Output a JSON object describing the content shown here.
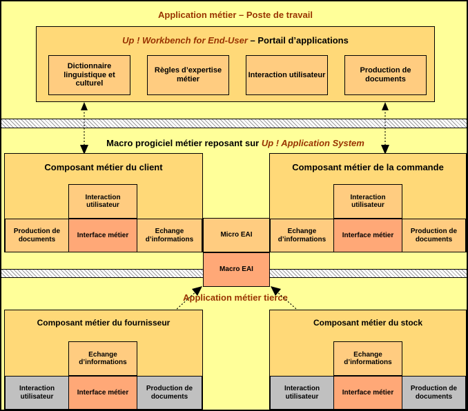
{
  "diagram": {
    "title": "Application métier – Poste de travail",
    "colors": {
      "pale_yellow": "#ffff99",
      "gold": "#ffd978",
      "orange": "#ffcc80",
      "salmon": "#ffa877",
      "grey": "#c0c0c0",
      "title_brown": "#993300",
      "outline": "#000000"
    }
  },
  "workstation": {
    "band_title": "Application métier – Poste de travail",
    "portal": {
      "title_emph": "Up ! Workbench for End-User",
      "title_plain": " – Portail d’applications",
      "modules": [
        {
          "label": "Dictionnaire linguistique et culturel"
        },
        {
          "label": "Règles d’expertise métier"
        },
        {
          "label": "Interaction utilisateur"
        },
        {
          "label": "Production de documents"
        }
      ]
    }
  },
  "macro_band": {
    "title_plain": "Macro progiciel métier reposant sur ",
    "title_emph": "Up ! Application System"
  },
  "middle": {
    "components": [
      {
        "name": "client",
        "header": "Composant métier du client",
        "raised": {
          "label": "Interaction utilisateur"
        },
        "cells": [
          {
            "label": "Production de documents",
            "fill": "orange"
          },
          {
            "label": "Interface métier",
            "fill": "salmon"
          },
          {
            "label": "Echange d’informations",
            "fill": "orange"
          }
        ]
      },
      {
        "name": "commande",
        "header": "Composant métier de la commande",
        "raised": {
          "label": "Interaction utilisateur"
        },
        "cells": [
          {
            "label": "Echange d’informations",
            "fill": "orange"
          },
          {
            "label": "Interface métier",
            "fill": "salmon"
          },
          {
            "label": "Production de documents",
            "fill": "orange"
          }
        ]
      }
    ],
    "micro_eai": {
      "label": "Micro EAI"
    },
    "macro_eai": {
      "label": "Macro EAI"
    }
  },
  "third_party": {
    "band_title": "Application métier tierce",
    "components": [
      {
        "name": "fournisseur",
        "header": "Composant métier du fournisseur",
        "raised": {
          "label": "Echange d’informations"
        },
        "cells": [
          {
            "label": "Interaction utilisateur",
            "fill": "grey"
          },
          {
            "label": "Interface métier",
            "fill": "salmon"
          },
          {
            "label": "Production de documents",
            "fill": "grey"
          }
        ]
      },
      {
        "name": "stock",
        "header": "Composant métier du stock",
        "raised": {
          "label": "Echange d’informations"
        },
        "cells": [
          {
            "label": "Interaction utilisateur",
            "fill": "grey"
          },
          {
            "label": "Interface métier",
            "fill": "salmon"
          },
          {
            "label": "Production de documents",
            "fill": "grey"
          }
        ]
      }
    ]
  }
}
